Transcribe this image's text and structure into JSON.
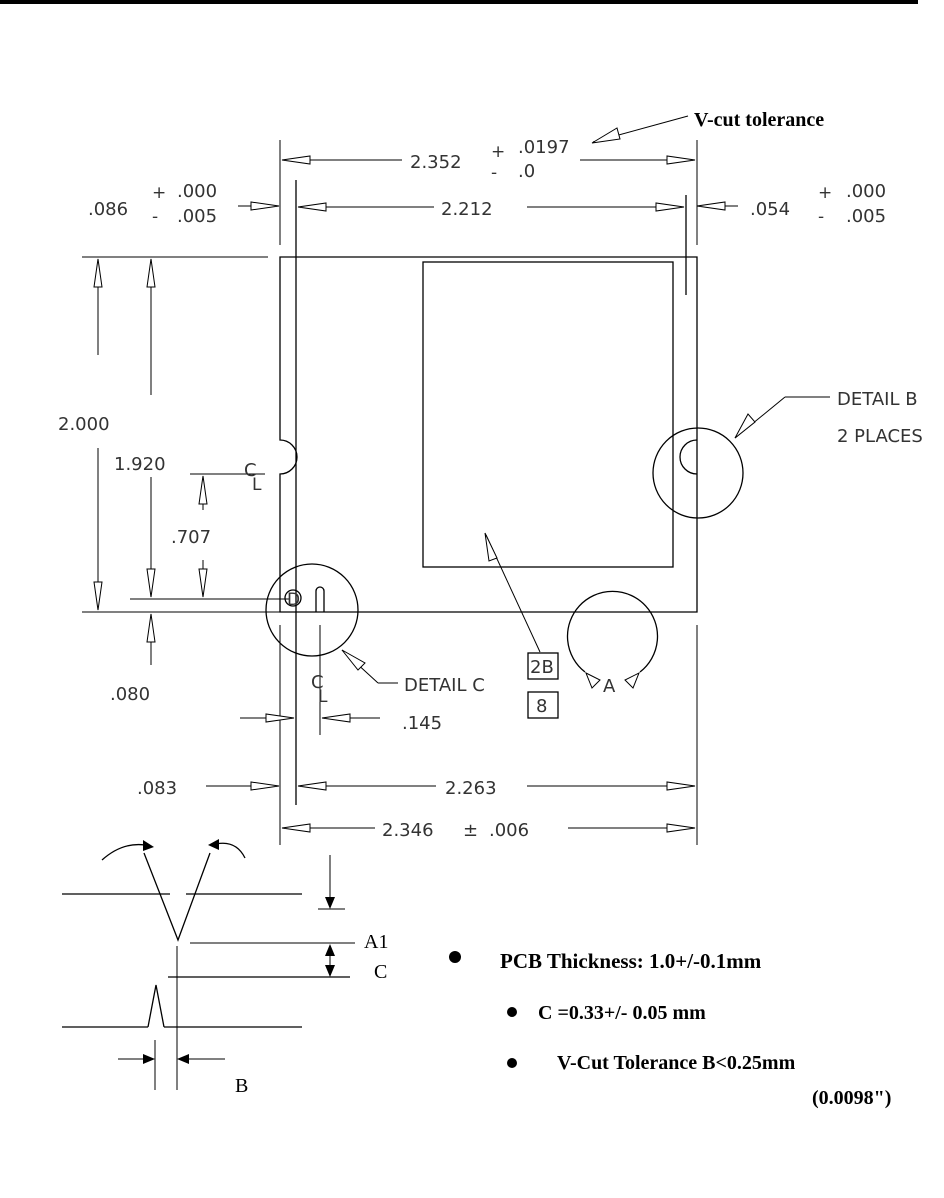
{
  "drawing": {
    "vcut_label": "V-cut tolerance",
    "dim_top_overall": "2.352",
    "dim_top_tol_plus": ".0197",
    "dim_top_tol_minus": ".0",
    "dim_top_inner": "2.212",
    "dim_left_offset": ".086",
    "dim_left_tol_plus": ".000",
    "dim_left_tol_minus": ".005",
    "dim_right_offset": ".054",
    "dim_right_tol_plus": ".000",
    "dim_right_tol_minus": ".005",
    "dim_height": "2.000",
    "dim_notch_height": "1.920",
    "dim_hole_height": ".707",
    "dim_bottom_offset": ".080",
    "dim_hole_x": ".145",
    "dim_bottom_left": ".083",
    "dim_bottom_inner": "2.263",
    "dim_bottom_overall": "2.346",
    "dim_bottom_tol": ".006",
    "pm_sign": "±",
    "plus_sign": "+",
    "minus_sign": "-",
    "detail_b_line1": "DETAIL B",
    "detail_b_line2": "2 PLACES",
    "detail_c": "DETAIL C",
    "hole_label": "D",
    "centerline_label": "C",
    "centerline_sub": "L",
    "callout_a": "A",
    "callout_box1": "2B",
    "callout_box2": "8"
  },
  "vcut_section": {
    "label_a1": "A1",
    "label_c": "C",
    "label_b": "B"
  },
  "notes": [
    {
      "text": "PCB Thickness: 1.0+/-0.1mm",
      "level": 0
    },
    {
      "text": "C =0.33+/- 0.05 mm",
      "level": 1
    },
    {
      "text": "V-Cut Tolerance  B<0.25mm",
      "level": 1
    },
    {
      "text": "(0.0098\")",
      "level": 2
    }
  ]
}
